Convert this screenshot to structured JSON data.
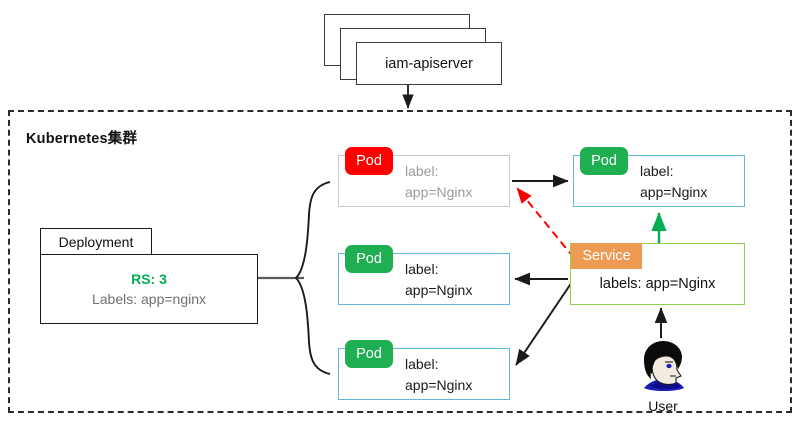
{
  "diagram": {
    "title_text": "Kubernetes集群",
    "colors": {
      "pod_ok_badge": "#1faf52",
      "pod_fail_badge": "#ff0000",
      "pod_ok_border": "#63b8e0",
      "pod_fail_border": "#c9c9c9",
      "service_header": "#ee9a52",
      "service_border": "#8fd14f",
      "rs_green": "#00b050",
      "failed_arrow": "#ff0000",
      "traffic_arrow": "#00b050",
      "default_line": "#1a1a1a",
      "cluster_border": "#2b2b2b"
    }
  },
  "apiserver": {
    "label": "iam-apiserver",
    "stack_count": 3
  },
  "deployment": {
    "tab_label": "Deployment",
    "rs_label": "RS: 3",
    "labels_label": "Labels: app=nginx"
  },
  "pods": [
    {
      "id": "pod-1",
      "badge": "Pod",
      "label_line1": "label:",
      "label_line2": "app=Nginx",
      "state": "fail"
    },
    {
      "id": "pod-2",
      "badge": "Pod",
      "label_line1": "label:",
      "label_line2": "app=Nginx",
      "state": "ok"
    },
    {
      "id": "pod-3",
      "badge": "Pod",
      "label_line1": "label:",
      "label_line2": "app=Nginx",
      "state": "ok"
    },
    {
      "id": "pod-4",
      "badge": "Pod",
      "label_line1": "label:",
      "label_line2": "app=Nginx",
      "state": "ok"
    }
  ],
  "service": {
    "tab_label": "Service",
    "labels_label": "labels:  app=Nginx"
  },
  "user": {
    "label": "User",
    "icon": "user-head-icon"
  }
}
